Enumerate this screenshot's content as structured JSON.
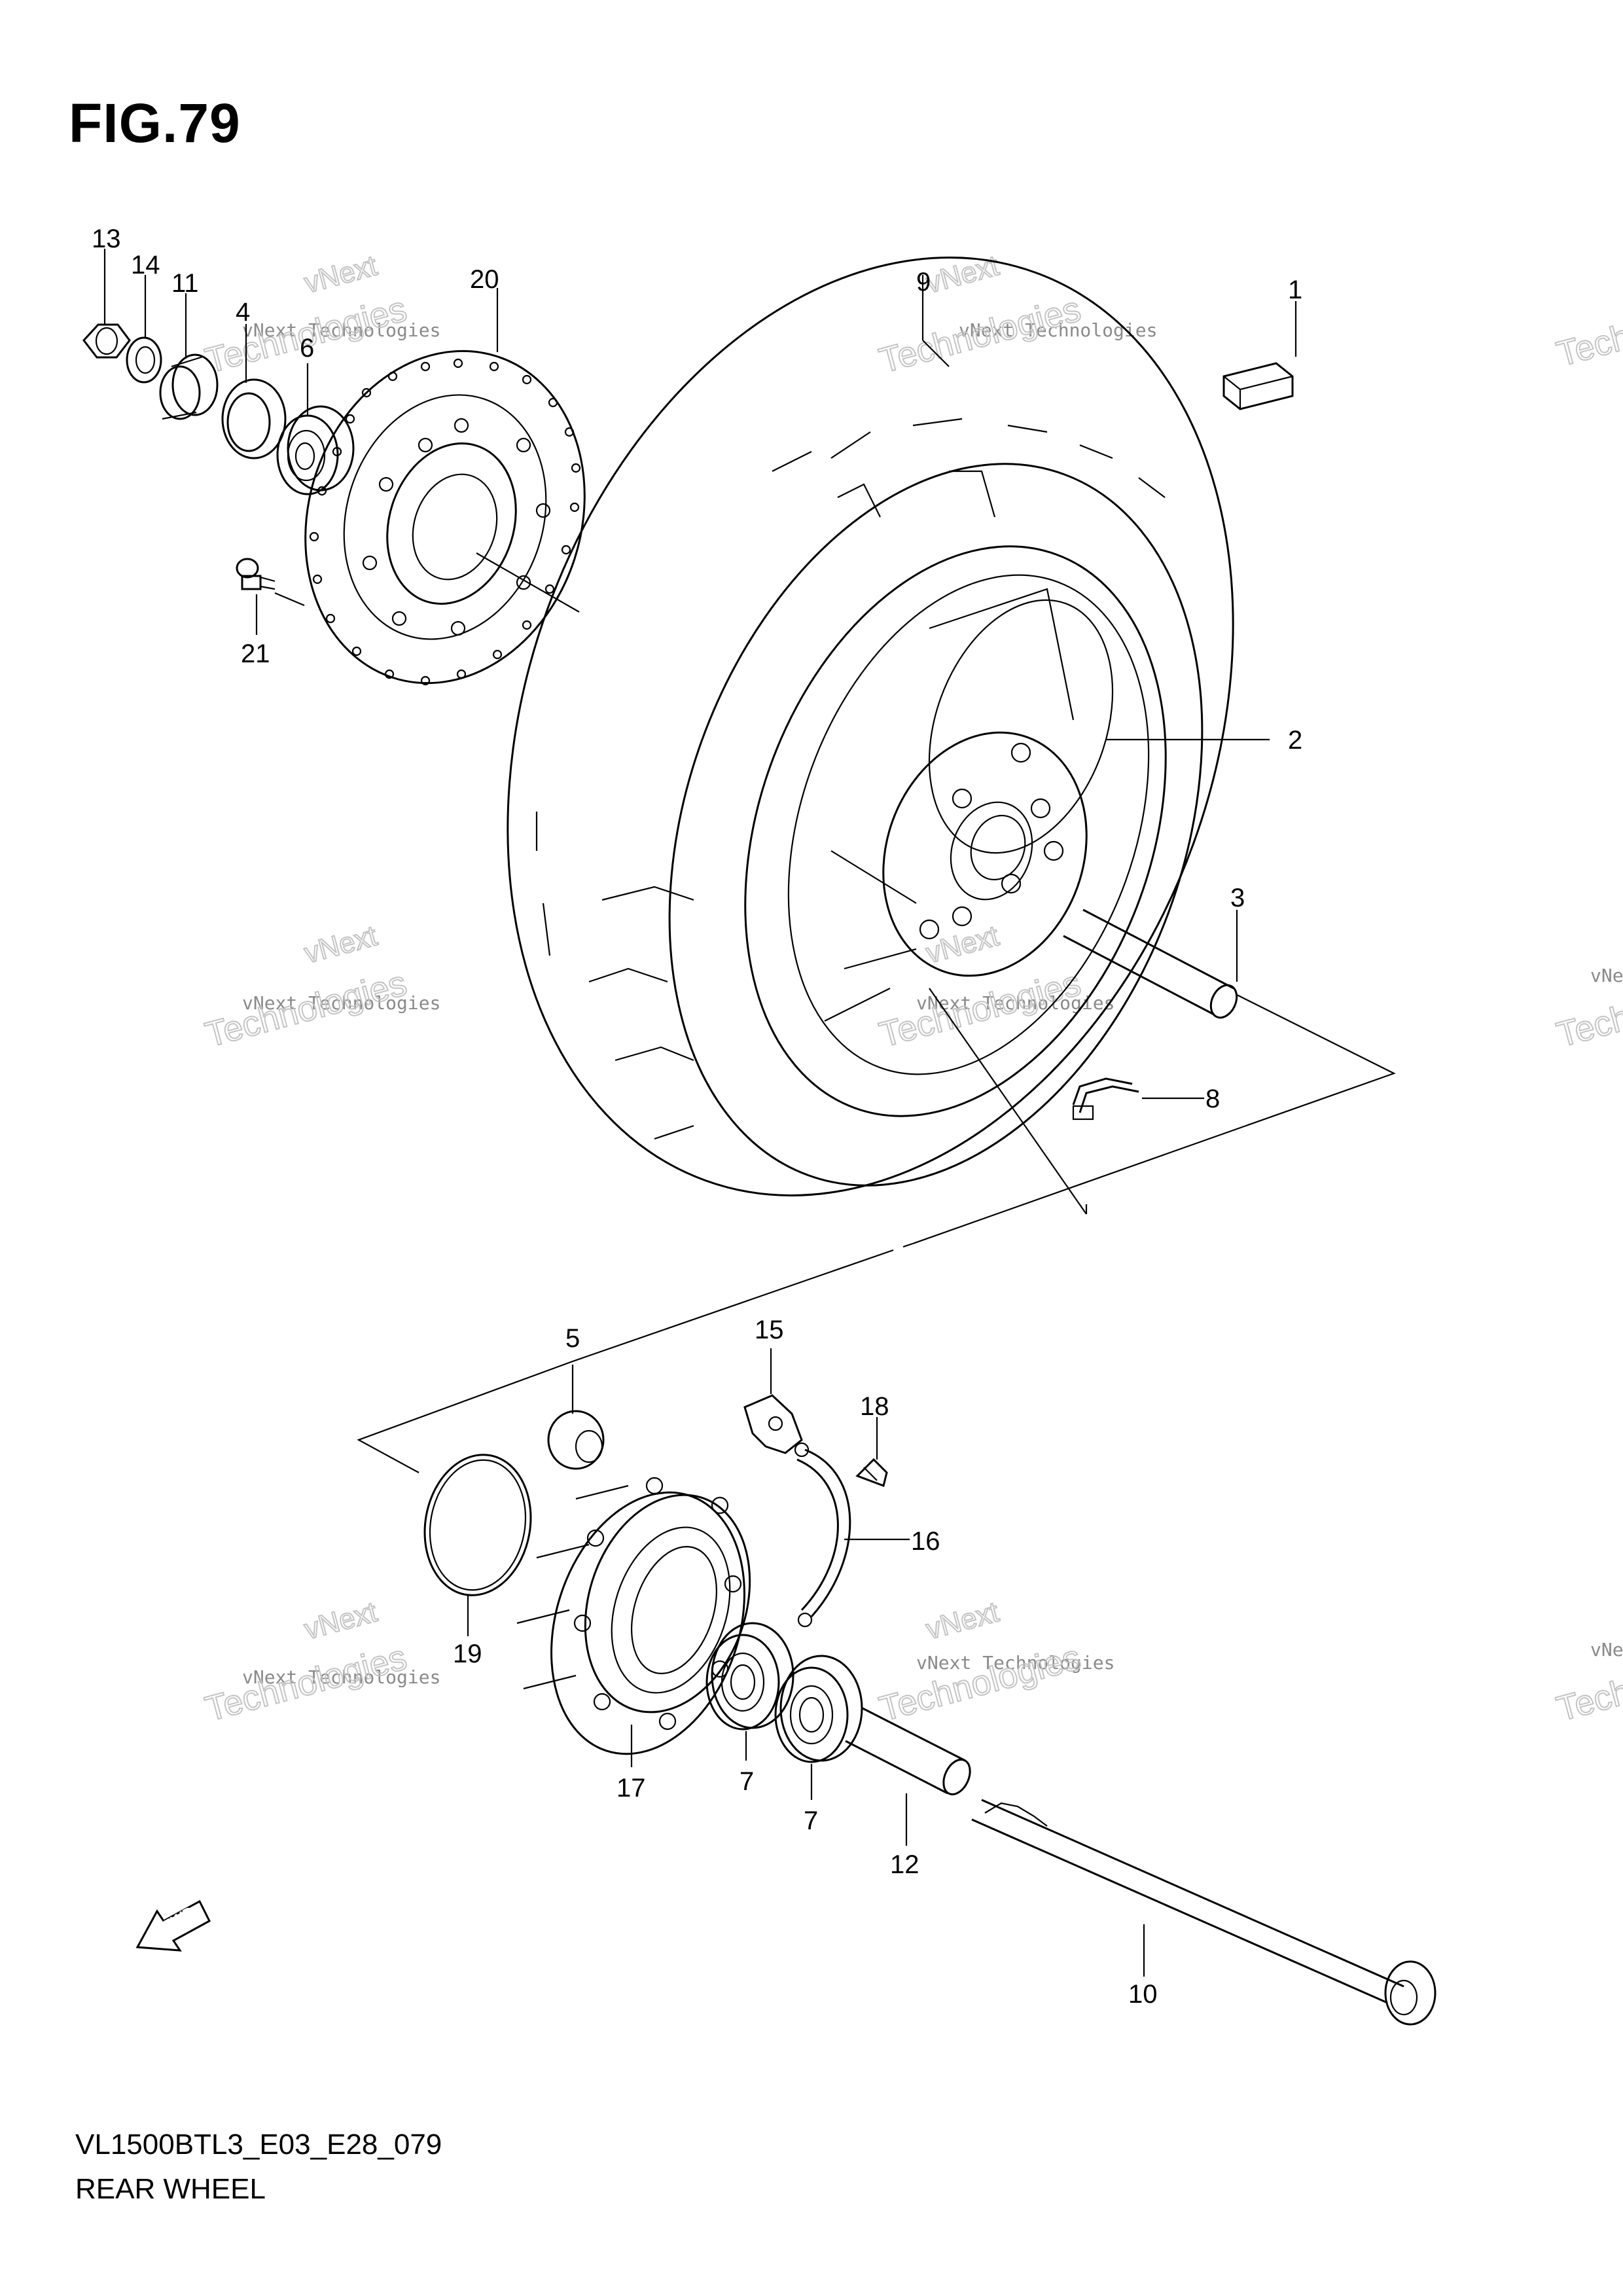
{
  "figure": {
    "title": "FIG.79",
    "code": "VL1500BTL3_E03_E28_079",
    "name": "REAR WHEEL"
  },
  "fwd_label": "FWD",
  "watermark": {
    "line1": "vNext Technologies",
    "line2": "Technologies",
    "line3": "vNext"
  },
  "callouts": [
    {
      "id": "c13",
      "label": "13"
    },
    {
      "id": "c14",
      "label": "14"
    },
    {
      "id": "c11",
      "label": "11"
    },
    {
      "id": "c4",
      "label": "4"
    },
    {
      "id": "c6",
      "label": "6"
    },
    {
      "id": "c20",
      "label": "20"
    },
    {
      "id": "c21",
      "label": "21"
    },
    {
      "id": "c9",
      "label": "9"
    },
    {
      "id": "c1",
      "label": "1"
    },
    {
      "id": "c2",
      "label": "2"
    },
    {
      "id": "c3",
      "label": "3"
    },
    {
      "id": "c8",
      "label": "8"
    },
    {
      "id": "c5",
      "label": "5"
    },
    {
      "id": "c15",
      "label": "15"
    },
    {
      "id": "c18",
      "label": "18"
    },
    {
      "id": "c16",
      "label": "16"
    },
    {
      "id": "c19",
      "label": "19"
    },
    {
      "id": "c17",
      "label": "17"
    },
    {
      "id": "c7a",
      "label": "7"
    },
    {
      "id": "c7b",
      "label": "7"
    },
    {
      "id": "c12",
      "label": "12"
    },
    {
      "id": "c10",
      "label": "10"
    }
  ]
}
